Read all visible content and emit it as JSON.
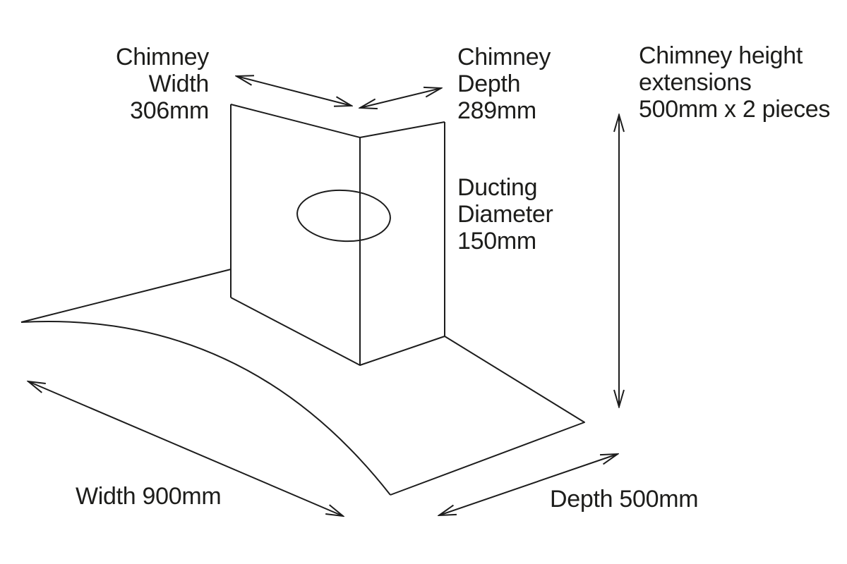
{
  "page": {
    "background_color": "#ffffff",
    "line_color": "#1c1c1c",
    "text_color": "#1d1d1b"
  },
  "diagram": {
    "labels": {
      "chimney_width": {
        "lines": [
          "Chimney",
          "Width",
          "306mm"
        ],
        "value_mm": 306
      },
      "chimney_depth": {
        "lines": [
          "Chimney",
          "Depth",
          "289mm"
        ],
        "value_mm": 289
      },
      "chimney_height_extensions": {
        "lines": [
          "Chimney height",
          "extensions",
          "500mm x 2 pieces"
        ],
        "value_mm": 500,
        "pieces": 2
      },
      "ducting_diameter": {
        "lines": [
          "Ducting",
          "Diameter",
          "150mm"
        ],
        "value_mm": 150
      },
      "width": {
        "text": "Width 900mm",
        "value_mm": 900
      },
      "depth": {
        "text": "Depth 500mm",
        "value_mm": 500
      }
    }
  }
}
